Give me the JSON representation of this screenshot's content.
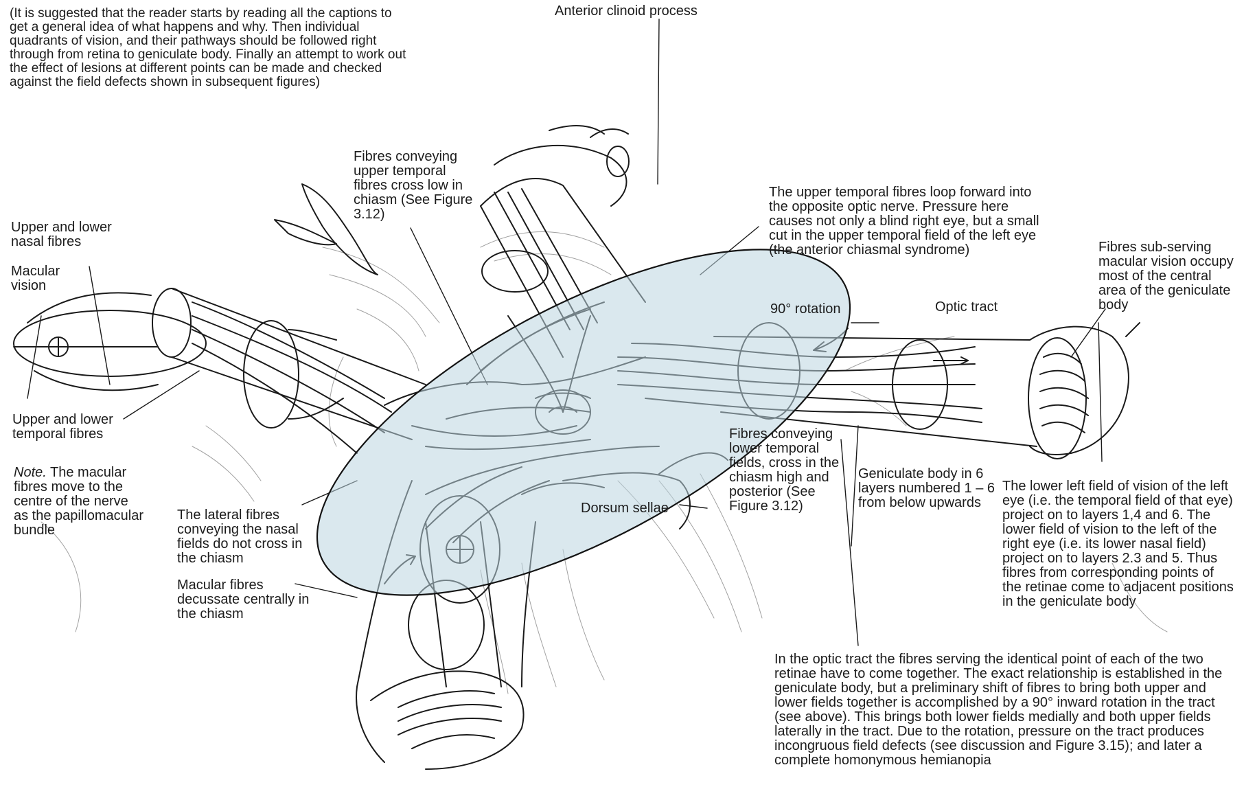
{
  "figure": {
    "colors": {
      "ink": "#1a1a1a",
      "highlight_fill": "#bcd6e0",
      "paper": "#ffffff"
    }
  },
  "labels": {
    "intro_note": "(It is suggested that the reader starts by reading all the captions to get a general idea of what happens and why. Then individual quadrants of vision, and their pathways should be followed right through from retina to geniculate body. Finally an attempt to work out the effect of lesions at different points can be made and checked against the field defects shown in subsequent figures)",
    "anterior_clinoid": "Anterior clinoid process",
    "upper_temporal_cross_low": "Fibres conveying upper temporal fibres cross low in chiasm (See Figure 3.12)",
    "upper_lower_nasal": "Upper and lower nasal fibres",
    "macular_vision": "Macular vision",
    "upper_lower_temporal": "Upper and lower temporal fibres",
    "note_label": "Note.",
    "note_text": " The macular fibres move to the centre of the nerve as the papillomacular bundle",
    "upper_temporal_loop": "The upper temporal fibres loop forward into the opposite optic nerve. Pressure here causes not only a blind right eye, but a small cut in the upper temporal field of the left eye (the anterior chiasmal syndrome)",
    "rotation_90": "90° rotation",
    "optic_tract": "Optic tract",
    "macular_geniculate": "Fibres sub-serving macular vision occupy most of the central area of the geniculate body",
    "lower_temporal_cross_high": "Fibres conveying lower temporal fields, cross in the chiasm high and posterior (See Figure 3.12)",
    "geniculate_layers": "Geniculate body in 6 layers numbered 1 – 6 from below upwards",
    "lower_left_field": "The lower left field of vision of the left eye (i.e. the temporal field of that eye) project on to layers 1,4 and 6. The lower field of vision to the left of the right eye (i.e. its lower nasal field) project on to layers 2.3 and 5. Thus fibres from corresponding points of the retinae come to adjacent positions in the geniculate body",
    "dorsum_sellae": "Dorsum sellae",
    "lateral_fibres": "The lateral fibres conveying the nasal fields do not cross in the chiasm",
    "macular_decussate": "Macular fibres decussate centrally in the chiasm",
    "optic_tract_identical": "In the optic tract the fibres serving the identical point of each of the two retinae have to come together. The exact relationship is established in the geniculate body, but a preliminary shift of fibres to bring both upper and lower fields together is accomplished by a 90° inward rotation in the tract (see above). This brings both lower fields medially and both upper fields laterally in the tract.  Due to the rotation, pressure on the tract produces incongruous field defects (see discussion and Figure 3.15); and later a complete homonymous hemianopia"
  }
}
